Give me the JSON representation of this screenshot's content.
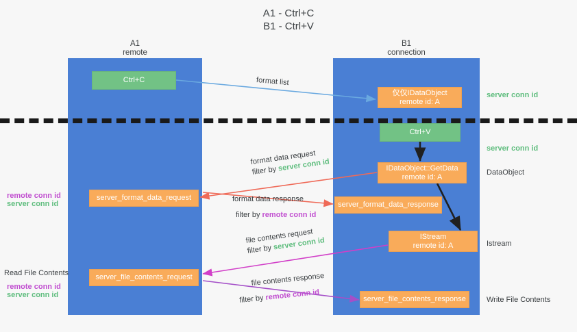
{
  "title": "A1 - Ctrl+C\nB1 - Ctrl+V",
  "lanes": [
    {
      "name": "A1",
      "sub": "remote"
    },
    {
      "name": "B1",
      "sub": "connection"
    }
  ],
  "nodes": {
    "ctrl_c": {
      "line1": "Ctrl+C",
      "line2": ""
    },
    "idataobject": {
      "line1": "仅仅IDataObject",
      "line2": "remote id: A"
    },
    "ctrl_v": {
      "line1": "Ctrl+V",
      "line2": ""
    },
    "getdata": {
      "line1": "IDataObject::GetData",
      "line2": "remote id: A"
    },
    "format_data_request": {
      "line1": "server_format_data_request",
      "line2": ""
    },
    "format_data_response": {
      "line1": "server_format_data_response",
      "line2": ""
    },
    "istream": {
      "line1": "IStream",
      "line2": "remote id: A"
    },
    "file_contents_request": {
      "line1": "server_file_contents_request",
      "line2": ""
    },
    "file_contents_response": {
      "line1": "server_file_contents_response",
      "line2": ""
    }
  },
  "edges": {
    "format_list": "format list",
    "format_data_request_l1": "format data request",
    "format_data_request_filter_pre": "filter by ",
    "format_data_request_filter_key": "server conn id",
    "format_data_response_l1": "format data response",
    "format_data_response_filter_pre": "filter by ",
    "format_data_response_filter_key": "remote conn id",
    "file_contents_request_l1": "file contents request",
    "file_contents_request_filter_pre": "filter by ",
    "file_contents_request_filter_key": "server conn id",
    "file_contents_response_l1": "file contents response",
    "file_contents_response_filter_pre": "filter by ",
    "file_contents_response_filter_key": "remote conn id"
  },
  "side_labels": {
    "right_server_conn_1": "server conn id",
    "right_server_conn_2": "server conn id",
    "right_dataobject": "DataObject",
    "right_istream": "Istream",
    "right_write_file": "Write File Contents",
    "left_remote_conn_1": "remote conn id",
    "left_server_conn_1": "server conn id",
    "left_read_file": "Read File Contents",
    "left_remote_conn_2": "remote conn id",
    "left_server_conn_2": "server conn id"
  },
  "colors": {
    "lane": "#4a7fd4",
    "green_node": "#72c285",
    "orange_node": "#f9ab5a",
    "server_conn": "#5fbd7e",
    "remote_conn": "#c14fd0",
    "arrow_blue": "#6aa9e0",
    "arrow_red": "#ef6a58",
    "arrow_magenta": "#d13fc8",
    "arrow_purple": "#a44fc8",
    "arrow_black": "#202020",
    "divider": "#1a1a1a",
    "background": "#f7f7f7"
  }
}
